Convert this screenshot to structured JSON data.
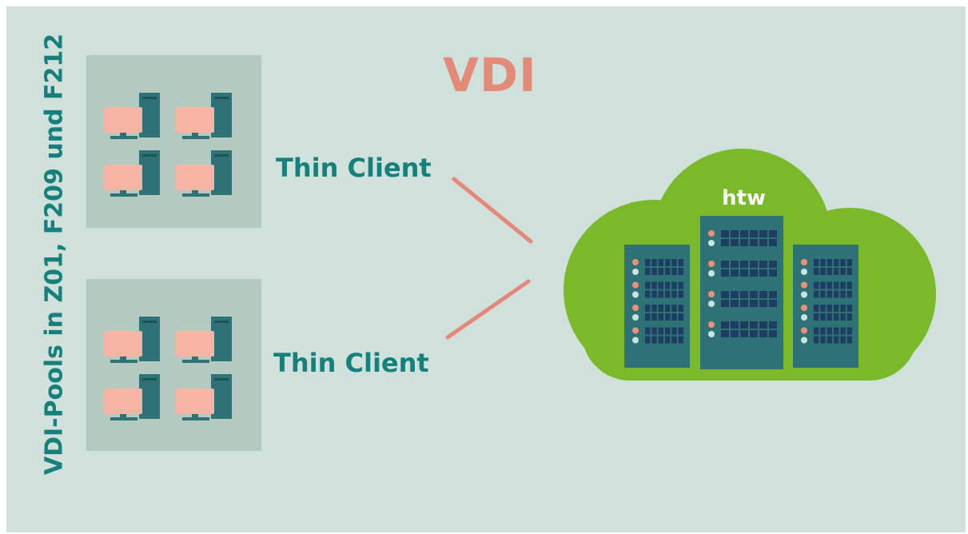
{
  "title": "VDI",
  "pools_label": "VDI-Pools in Z01, F209 und F212",
  "clients": [
    {
      "label": "Thin Client"
    },
    {
      "label": "Thin Client"
    }
  ],
  "cloud": {
    "label": "htw"
  },
  "colors": {
    "background": "#cfe1da",
    "pool_box": "#b4c9c0",
    "monitor": "#f7b4a4",
    "computer": "#2f7275",
    "title": "#e38a78",
    "label_teal": "#16807c",
    "connector": "#e6877a",
    "cloud": "#7ab929",
    "server": "#2f7275",
    "server_grid": "#1d3e62",
    "led_orange": "#ee8f7a",
    "led_light": "#c9e3e0"
  },
  "icons": {
    "pool_workstation": "desktop-computer-icon",
    "server": "server-rack-icon"
  }
}
